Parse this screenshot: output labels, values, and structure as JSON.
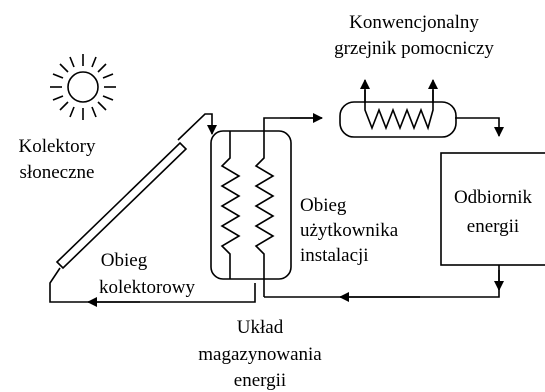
{
  "labels": {
    "auxiliary_heater_line1": "Konwencjonalny",
    "auxiliary_heater_line2": "grzejnik pomocniczy",
    "collectors_line1": "Kolektory",
    "collectors_line2": "słoneczne",
    "collector_loop_line1": "Obieg",
    "collector_loop_line2": "kolektorowy",
    "user_loop_line1": "Obieg",
    "user_loop_line2": "użytkownika",
    "user_loop_line3": "instalacji",
    "receivers_line1": "Odbiornik",
    "receivers_line2": "energii",
    "storage_line1": "Układ",
    "storage_line2": "magazynowania",
    "storage_line3": "energii"
  },
  "icons": [
    "sun-icon",
    "heat-coil-icon",
    "arrow-icon"
  ]
}
